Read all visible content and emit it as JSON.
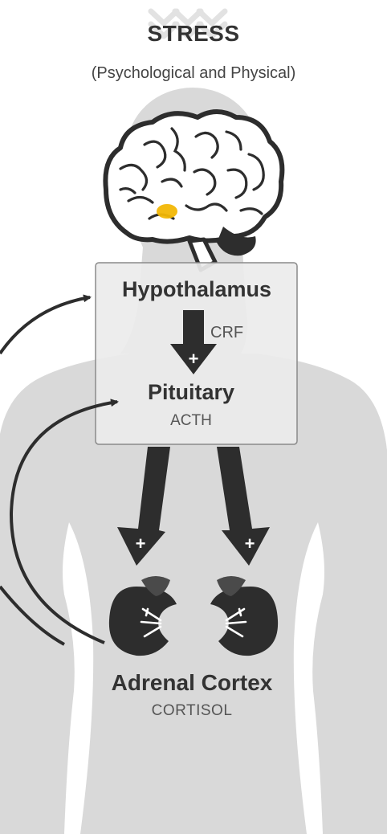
{
  "diagram": {
    "title": "STRESS",
    "subtitle": "(Psychological and Physical)",
    "nodes": {
      "hypothalamus": "Hypothalamus",
      "pituitary": "Pituitary",
      "adrenal_cortex": "Adrenal Cortex"
    },
    "hormones": {
      "crf": "CRF",
      "acth": "ACTH",
      "cortisol": "CORTISOL"
    },
    "signs": {
      "stimulate": "+",
      "stimulate_left": "+",
      "stimulate_right": "+"
    }
  },
  "colors": {
    "body_silhouette": "#d9d9d9",
    "arrow_dark": "#2d2d2d",
    "box_fill": "#ececec",
    "box_border": "#8a8a8a",
    "highlight": "#f2b705",
    "stress_chevrons": "#e4e4e4"
  }
}
